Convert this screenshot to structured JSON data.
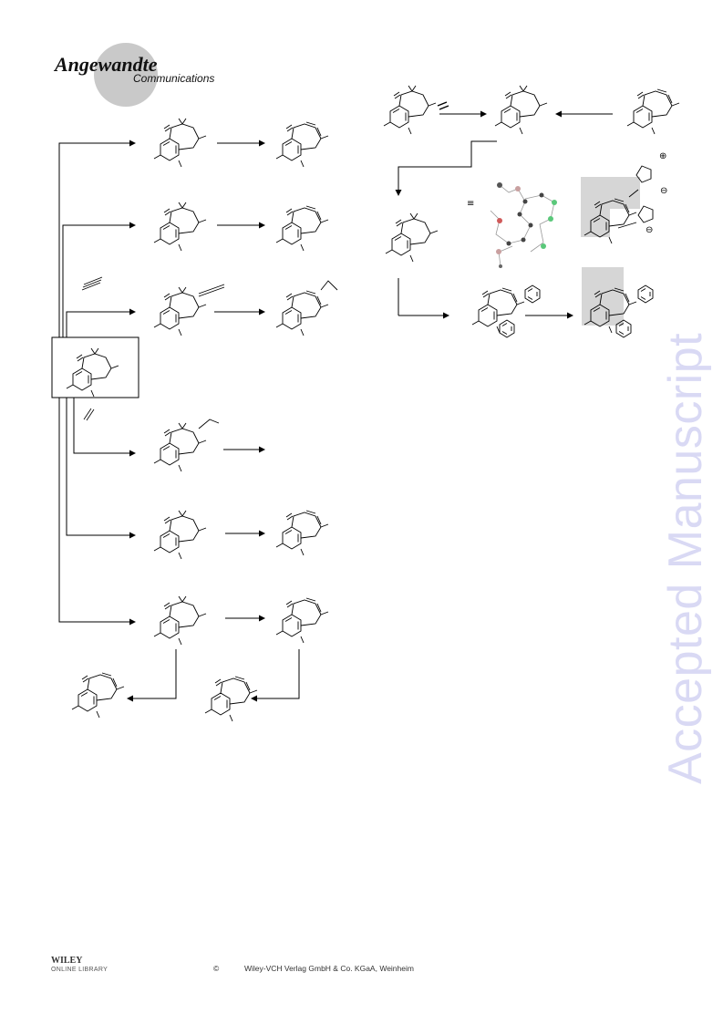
{
  "header": {
    "journal_name": "Angewandte",
    "journal_section": "Communications"
  },
  "scheme": {
    "equiv_symbol": "≡",
    "plus_charge": "⊕",
    "minus_charge": "⊖"
  },
  "watermark": "Accepted Manuscript",
  "footer": {
    "publisher_logo_top": "WILEY",
    "publisher_logo_bottom": "ONLINE LIBRARY",
    "copyright_symbol": "©",
    "publisher": "Wiley-VCH Verlag GmbH & Co. KGaA, Weinheim"
  }
}
